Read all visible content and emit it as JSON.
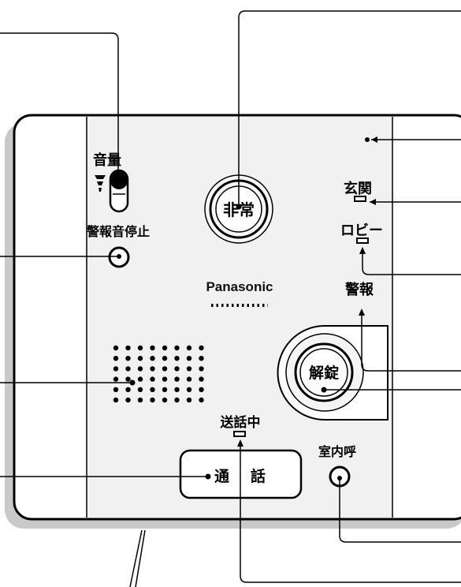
{
  "labels": {
    "volume": "音量",
    "alarm_stop": "警報音停止",
    "emergency": "非常",
    "entrance": "玄関",
    "lobby": "ロビー",
    "alarm": "警報",
    "unlock": "解錠",
    "talking": "送話中",
    "talk_part1": "通",
    "talk_part2": "話",
    "room_call": "室内呼",
    "brand": "Panasonic"
  },
  "colors": {
    "panel_fill": "#ffffff",
    "panel_face": "#f2f2f2",
    "shadow": "#c8c8c8",
    "stroke": "#000000"
  }
}
